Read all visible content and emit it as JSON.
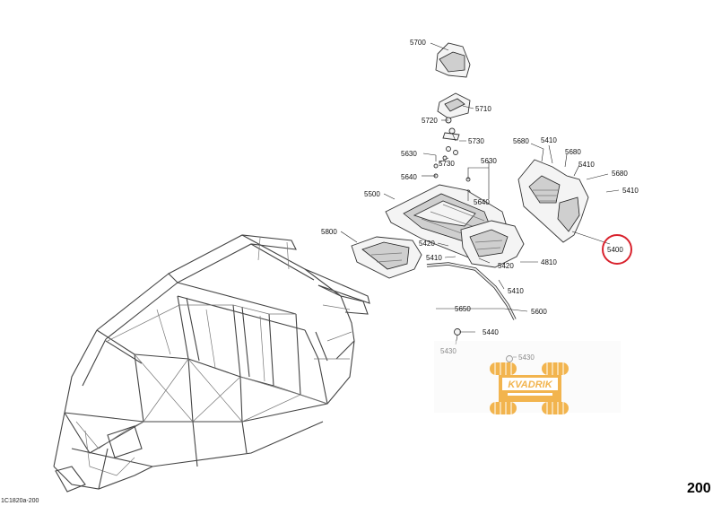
{
  "page_number": "200",
  "reference_code": "1C1820a-200",
  "highlight": {
    "part": "5400",
    "color": "#d9232e"
  },
  "watermark": {
    "text": "KVADRIK",
    "color": "#f0a830"
  },
  "labels": {
    "p5700": "5700",
    "p5710": "5710",
    "p5720": "5720",
    "p5730a": "5730",
    "p5630a": "5630",
    "p5730b": "5730",
    "p5630b": "5630",
    "p5640a": "5640",
    "p5640b": "5640",
    "p5500": "5500",
    "p5800": "5800",
    "p5420a": "5420",
    "p5410a": "5410",
    "p5420b": "5420",
    "p4810": "4810",
    "p5410b": "5410",
    "p5650": "5650",
    "p5600": "5600",
    "p5440": "5440",
    "p5430a": "5430",
    "p5430b": "5430",
    "p5680a": "5680",
    "p5410c": "5410",
    "p5680b": "5680",
    "p5410d": "5410",
    "p5680c": "5680",
    "p5410e": "5410",
    "p5400": "5400"
  }
}
